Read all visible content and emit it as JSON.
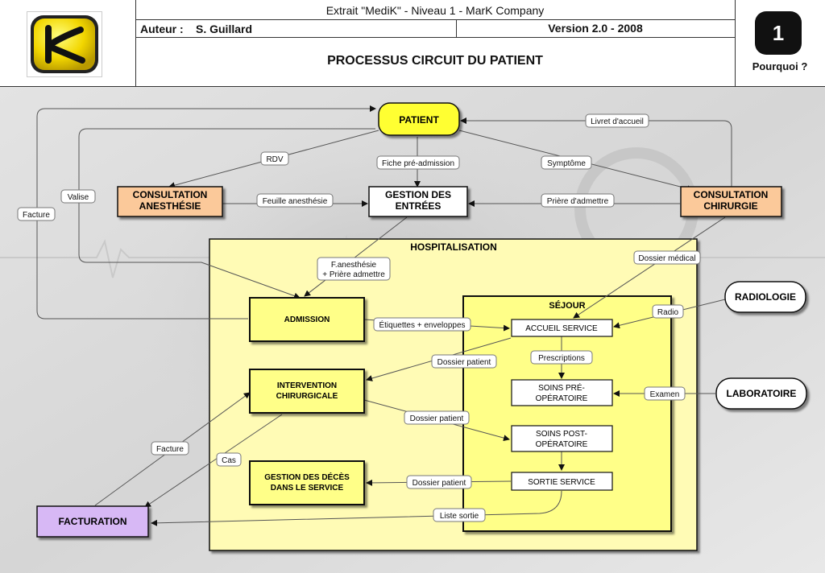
{
  "header": {
    "top_title": "Extrait \"MediK\" - Niveau 1 - MarK Company",
    "author_label": "Auteur :",
    "author_name": "S. Guillard",
    "version": "Version 2.0 - 2008",
    "main_title": "PROCESSUS CIRCUIT DU PATIENT",
    "step_number": "1",
    "step_caption": "Pourquoi ?",
    "logo_letter": "K"
  },
  "colors": {
    "patient": "#ffff33",
    "consultation": "#fbc99a",
    "zone_hospitalisation": "#fffbb5",
    "zone_sejour": "#ffff88",
    "facturation": "#d7b8f5",
    "white": "#ffffff"
  },
  "diagram": {
    "nodes": {
      "patient": "PATIENT",
      "consult_anesthesie": [
        "CONSULTATION",
        "ANESTHÉSIE"
      ],
      "gestion_entrees": [
        "GESTION DES",
        "ENTRÉES"
      ],
      "consult_chirurgie": [
        "CONSULTATION",
        "CHIRURGIE"
      ],
      "hospitalisation": "HOSPITALISATION",
      "sejour": "SÉJOUR",
      "admission": "ADMISSION",
      "intervention": [
        "INTERVENTION",
        "CHIRURGICALE"
      ],
      "gestion_deces": [
        "GESTION DES DÉCÈS",
        "DANS LE SERVICE"
      ],
      "accueil_service": "ACCUEIL SERVICE",
      "soins_pre": [
        "SOINS PRÉ-",
        "OPÉRATOIRE"
      ],
      "soins_post": [
        "SOINS POST-",
        "OPÉRATOIRE"
      ],
      "sortie_service": "SORTIE SERVICE",
      "radiologie": "RADIOLOGIE",
      "laboratoire": "LABORATOIRE",
      "facturation": "FACTURATION"
    },
    "labels": {
      "rdv": "RDV",
      "fiche_pre_admission": "Fiche pré-admission",
      "symptome": "Symptôme",
      "livret_accueil": "Livret d'accueil",
      "valise": "Valise",
      "facture_left": "Facture",
      "feuille_anesthesie": "Feuille anesthésie",
      "priere_admettre": "Prière d'admettre",
      "f_anesthesie": [
        "F.anesthésie",
        "+ Prière admettre"
      ],
      "dossier_medical": "Dossier médical",
      "radio": "Radio",
      "etiquettes": "Étiquettes + enveloppes",
      "dossier_patient_1": "Dossier patient",
      "prescriptions": "Prescriptions",
      "examen": "Examen",
      "dossier_patient_2": "Dossier patient",
      "facture_bottom": "Facture",
      "cas": "Cas",
      "dossier_patient_3": "Dossier patient",
      "liste_sortie": "Liste sortie"
    }
  }
}
